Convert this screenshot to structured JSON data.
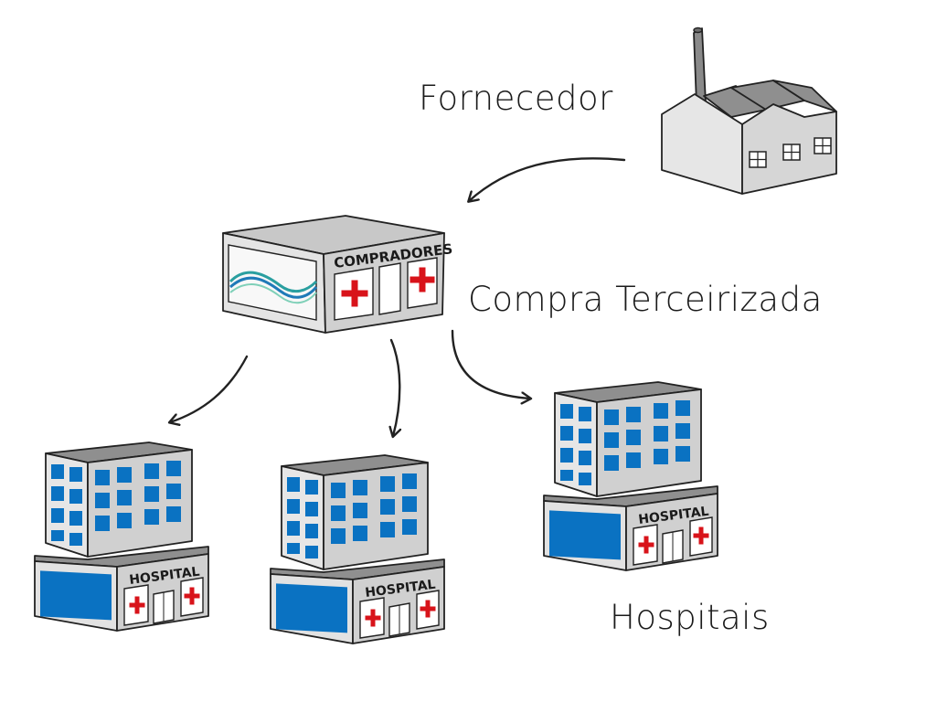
{
  "labels": {
    "supplier": "Fornecedor",
    "buyer": "Compra Terceirizada",
    "hospitals": "Hospitais"
  },
  "signs": {
    "buyer": "COMPRADORES",
    "hospital": "HOSPITAL"
  },
  "icons": {
    "supplier": "factory-icon",
    "buyer": "purchasing-center-icon",
    "hospital": "hospital-building-icon"
  },
  "colors": {
    "window_blue": "#0a72c2",
    "cross_red": "#d8131a",
    "wave_teal": "#2a9fa0",
    "wave_blue": "#1f7ab8",
    "wall_light": "#e2e2e2",
    "wall_side": "#c4c4c4",
    "roof": "#8f8f8f",
    "outline": "#222222"
  }
}
